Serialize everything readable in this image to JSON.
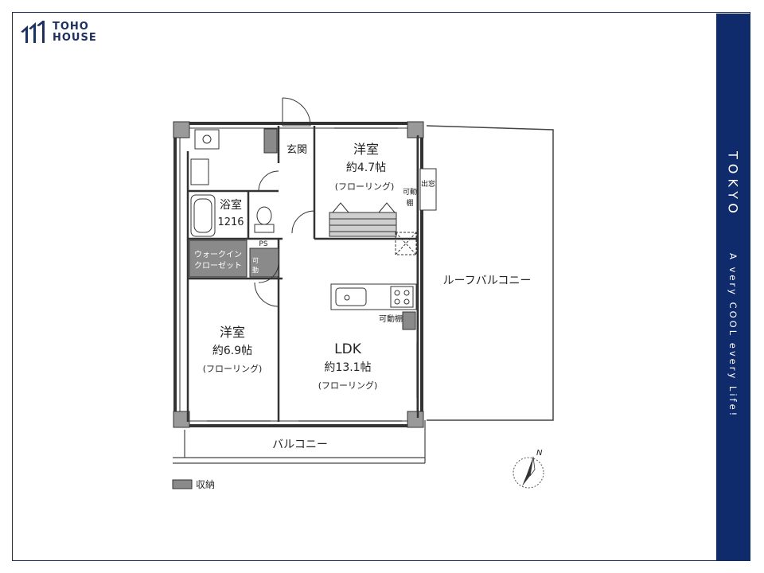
{
  "brand": {
    "line1": "TOHO",
    "line2": "HOUSE"
  },
  "sidebar": {
    "city": "TOKYO",
    "tagline": "A very COOL every Life!"
  },
  "rooms": {
    "entrance": "玄関",
    "western_north": {
      "name": "洋室",
      "size": "約4.7帖",
      "floor": "(フローリング)"
    },
    "bath": {
      "name": "浴室",
      "size": "1216"
    },
    "walk_in_closet": {
      "line1": "ウォークイン",
      "line2": "クローゼット"
    },
    "western_south": {
      "name": "洋室",
      "size": "約6.9帖",
      "floor": "(フローリング)"
    },
    "ldk": {
      "name": "LDK",
      "size": "約13.1帖",
      "floor": "(フローリング)"
    },
    "roof_balcony": "ルーフバルコニー",
    "balcony": "バルコニー"
  },
  "labels": {
    "movable_shelf_v1": "可動",
    "movable_shelf_v2": "棚",
    "movable_shelf_h": "可動棚",
    "window_tag": "出窓",
    "ps": "PS",
    "closet_tag_1": "可",
    "closet_tag_2": "動"
  },
  "legend": {
    "label": "収納",
    "color": "#8a8a8a"
  },
  "compass": {
    "north": "N"
  },
  "colors": {
    "brand_navy": "#0f2b6b",
    "storage_gray": "#8a8a8a"
  }
}
